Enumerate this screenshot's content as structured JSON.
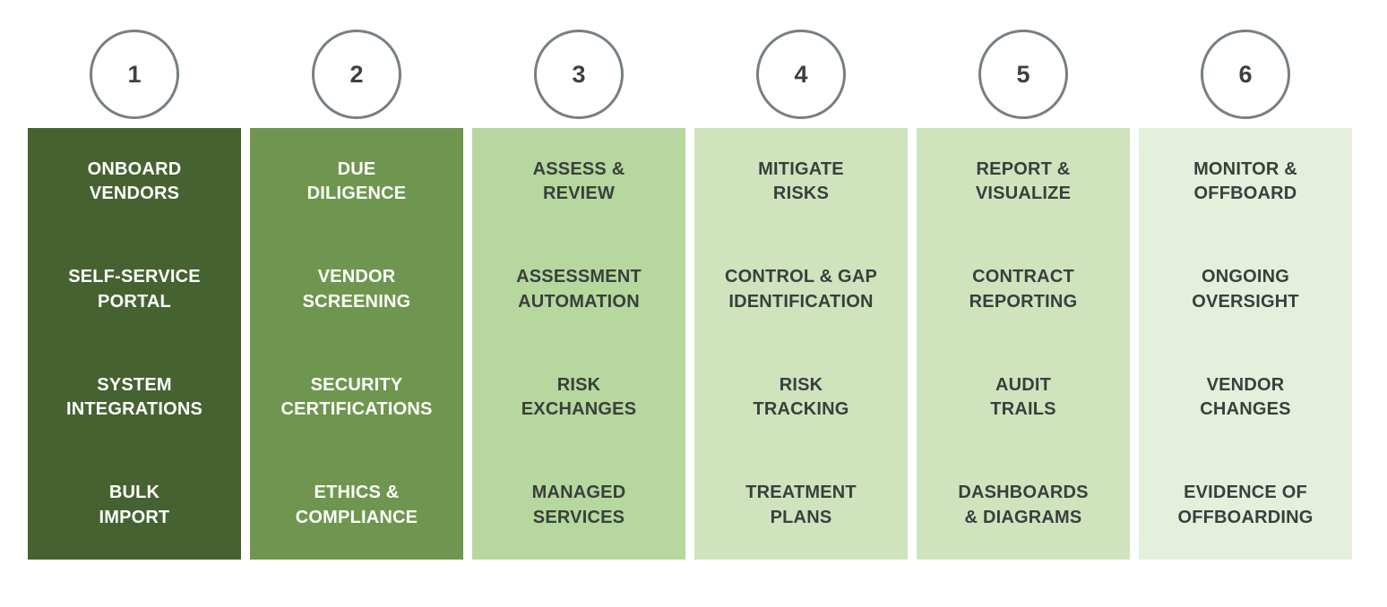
{
  "diagram": {
    "circle_border_color": "#76817a",
    "circle_number_color": "#3c4043",
    "columns": [
      {
        "number": "1",
        "bg_color": "#466231",
        "text_color": "#ffffff",
        "items": [
          "ONBOARD\nVENDORS",
          "SELF-SERVICE\nPORTAL",
          "SYSTEM\nINTEGRATIONS",
          "BULK\nIMPORT"
        ]
      },
      {
        "number": "2",
        "bg_color": "#6f964e",
        "text_color": "#ffffff",
        "items": [
          "DUE\nDILIGENCE",
          "VENDOR\nSCREENING",
          "SECURITY\nCERTIFICATIONS",
          "ETHICS &\nCOMPLIANCE"
        ]
      },
      {
        "number": "3",
        "bg_color": "#b6d79d",
        "text_color": "#3a3f3d",
        "items": [
          "ASSESS &\nREVIEW",
          "ASSESSMENT\nAUTOMATION",
          "RISK\nEXCHANGES",
          "MANAGED\nSERVICES"
        ]
      },
      {
        "number": "4",
        "bg_color": "#cfe3bd",
        "text_color": "#3a3f3d",
        "items": [
          "MITIGATE\nRISKS",
          "CONTROL & GAP\nIDENTIFICATION",
          "RISK\nTRACKING",
          "TREATMENT\nPLANS"
        ]
      },
      {
        "number": "5",
        "bg_color": "#cfe3bd",
        "text_color": "#3a3f3d",
        "items": [
          "REPORT &\nVISUALIZE",
          "CONTRACT\nREPORTING",
          "AUDIT\nTRAILS",
          "DASHBOARDS\n& DIAGRAMS"
        ]
      },
      {
        "number": "6",
        "bg_color": "#e5f0dc",
        "text_color": "#3a3f3d",
        "items": [
          "MONITOR &\nOFFBOARD",
          "ONGOING\nOVERSIGHT",
          "VENDOR\nCHANGES",
          "EVIDENCE OF\nOFFBOARDING"
        ]
      }
    ]
  }
}
